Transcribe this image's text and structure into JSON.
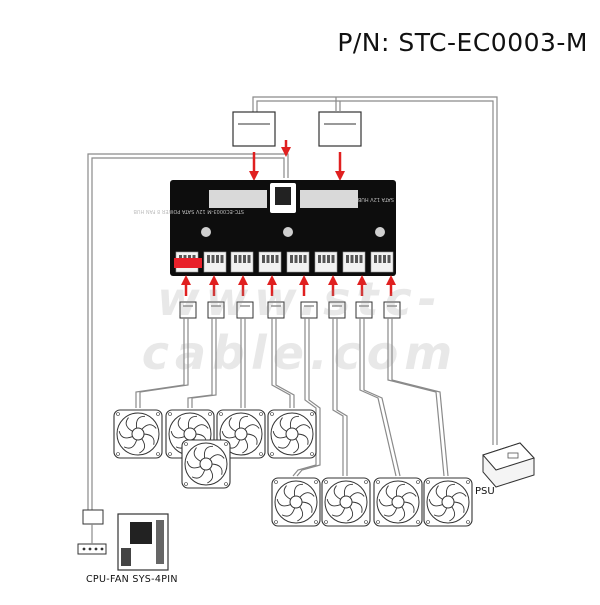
{
  "header": {
    "part_number": "P/N: STC-EC0003-M"
  },
  "labels": {
    "psu": "PSU",
    "motherboard": "CPU-FAN SYS-4PIN"
  },
  "board": {
    "text_left": "STC-EC0003-M 12V SATA POWER 8 FAN HUB",
    "text_right": "SATA 12V HUB"
  },
  "watermark": "www.stc-cable.com",
  "colors": {
    "board": "#0d0d0d",
    "cable": "#8a8a8a",
    "arrow": "#e02020",
    "highlight": "#e8202a"
  }
}
